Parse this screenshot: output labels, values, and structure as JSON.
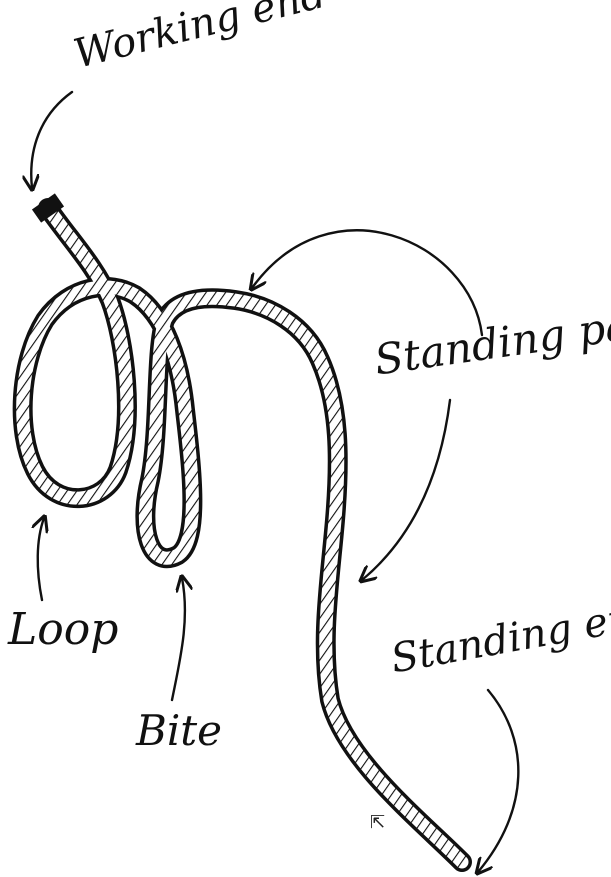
{
  "labels": {
    "working_end": "Working end",
    "standing_part": "Standing part",
    "standing_end": "Standing end",
    "loop": "Loop",
    "bite": "Bite"
  },
  "colors": {
    "ink": "#111111",
    "background": "#ffffff"
  }
}
